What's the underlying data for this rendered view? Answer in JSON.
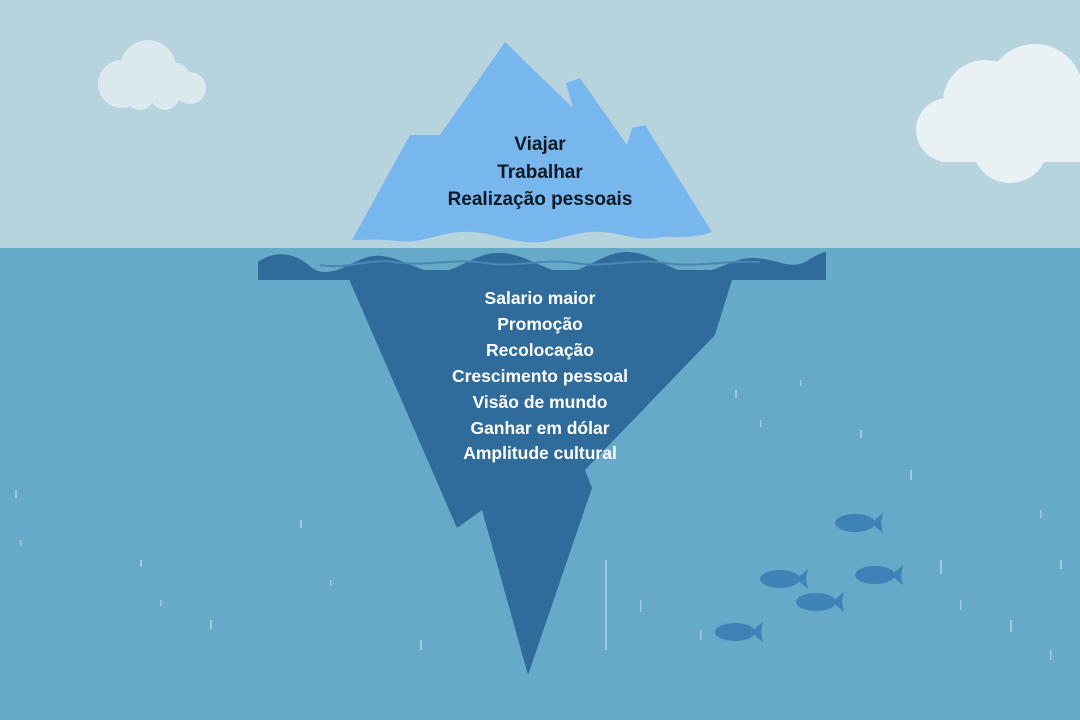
{
  "colors": {
    "sky": "#b7d3de",
    "sea": "#67a9c8",
    "ice_above": "#78b6ee",
    "ice_below": "#2f6c9b",
    "wave_dark": "#2f6c9b",
    "cloud": "#e8f1f4",
    "fish": "#3f82b7",
    "text_above": "#0f1a24",
    "text_below": "#ffffff"
  },
  "above_water": {
    "items": [
      "Viajar",
      "Trabalhar",
      "Realização pessoais"
    ]
  },
  "below_water": {
    "items": [
      "Salario maior",
      "Promoção",
      "Recolocação",
      "Crescimento pessoal",
      "Visão de mundo",
      "Ganhar em dólar",
      "Amplitude cultural"
    ]
  },
  "decorations": {
    "clouds": [
      "cloud-icon",
      "cloud-icon"
    ],
    "fish": [
      "fish-icon",
      "fish-icon",
      "fish-icon",
      "fish-icon",
      "fish-icon"
    ]
  }
}
